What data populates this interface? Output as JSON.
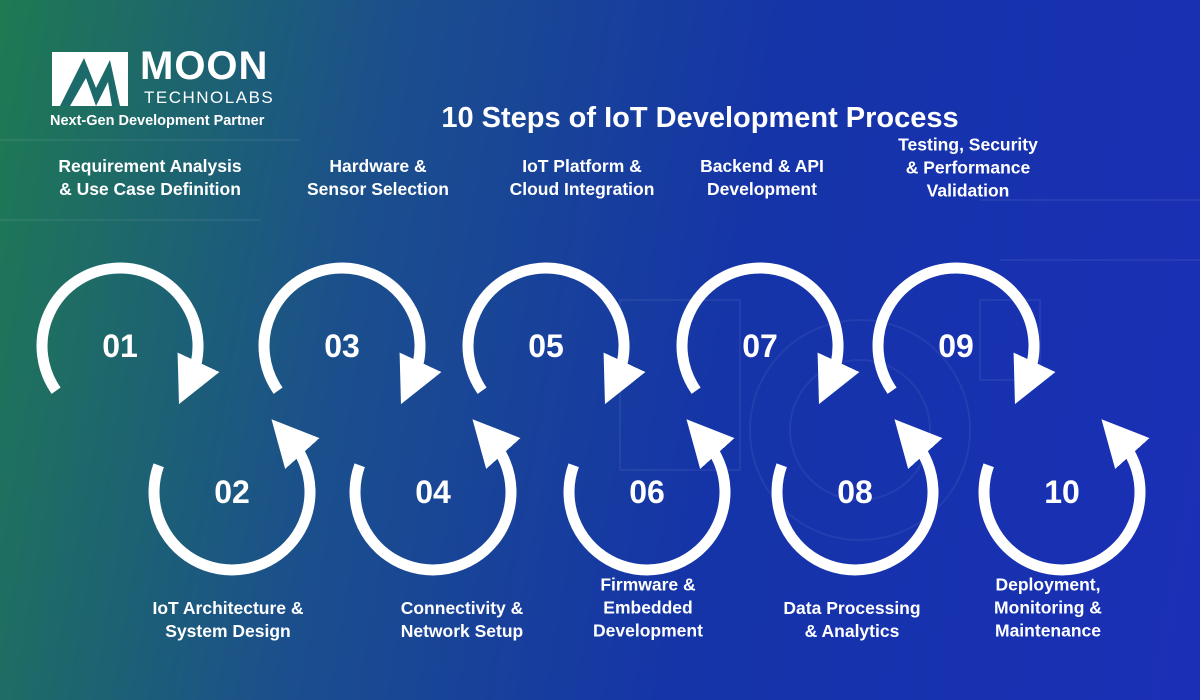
{
  "brand": {
    "name": "MOON",
    "sub": "TECHNOLABS",
    "tagline": "Next-Gen Development Partner"
  },
  "title": "10 Steps of IoT Development Process",
  "colors": {
    "bg_left": "#1f7a52",
    "bg_right": "#1a2fb6",
    "ring": "#ffffff"
  },
  "steps": [
    {
      "number": "01",
      "label": "Requirement Analysis\n& Use Case Definition"
    },
    {
      "number": "02",
      "label": "IoT Architecture &\nSystem Design"
    },
    {
      "number": "03",
      "label": "Hardware &\nSensor Selection"
    },
    {
      "number": "04",
      "label": "Connectivity &\nNetwork Setup"
    },
    {
      "number": "05",
      "label": "IoT Platform &\nCloud Integration"
    },
    {
      "number": "06",
      "label": "Firmware &\nEmbedded\nDevelopment"
    },
    {
      "number": "07",
      "label": "Backend & API\nDevelopment"
    },
    {
      "number": "08",
      "label": "Data Processing\n& Analytics"
    },
    {
      "number": "09",
      "label": "Testing, Security\n& Performance\nValidation"
    },
    {
      "number": "10",
      "label": "Deployment,\nMonitoring &\nMaintenance"
    }
  ]
}
